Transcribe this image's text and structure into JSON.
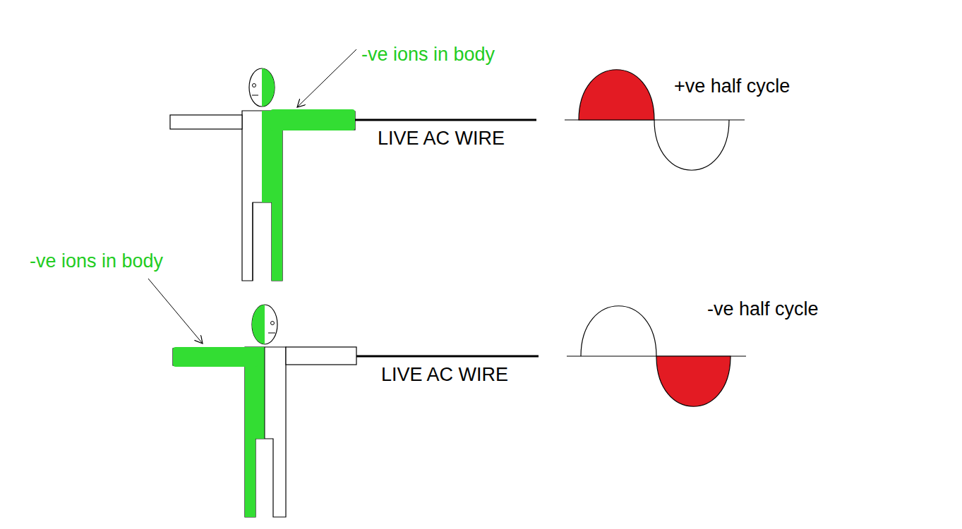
{
  "diagram": {
    "labels": [
      "-ve ions in body",
      "+ve half cycle",
      "LIVE AC WIRE",
      "-ve ions in body",
      "-ve half cycle",
      "LIVE AC WIRE"
    ]
  }
}
